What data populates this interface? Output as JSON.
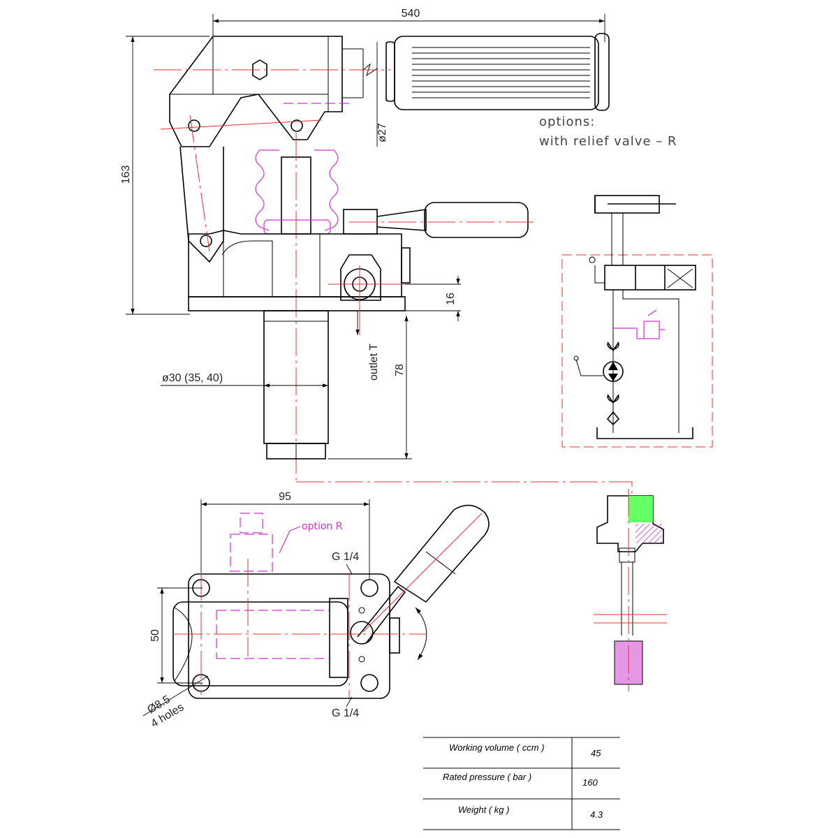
{
  "dimensions": {
    "overall_length": "540",
    "height": "163",
    "handle_diameter": "ø27",
    "outlet_height": "16",
    "cylinder_length": "78",
    "cylinder_diameter": "ø30 (35, 40)",
    "base_length": "95",
    "base_width": "50",
    "hole_diameter": "Ø8.5",
    "hole_count": "4 holes"
  },
  "labels": {
    "options_title": "options:",
    "options_relief": "with relief valve – R",
    "outlet": "outlet T",
    "option_r": "option R",
    "port_top": "G 1/4",
    "port_bottom": "G 1/4"
  },
  "spec_table": {
    "rows": [
      {
        "label": "Working volume ( ccm  )",
        "value": "45"
      },
      {
        "label": "Rated pressure ( bar )",
        "value": "160"
      },
      {
        "label": "Weight ( kg )",
        "value": "4.3"
      }
    ]
  },
  "colors": {
    "centerline": "#e53030",
    "option": "#d030d0",
    "outline": "#000000"
  }
}
